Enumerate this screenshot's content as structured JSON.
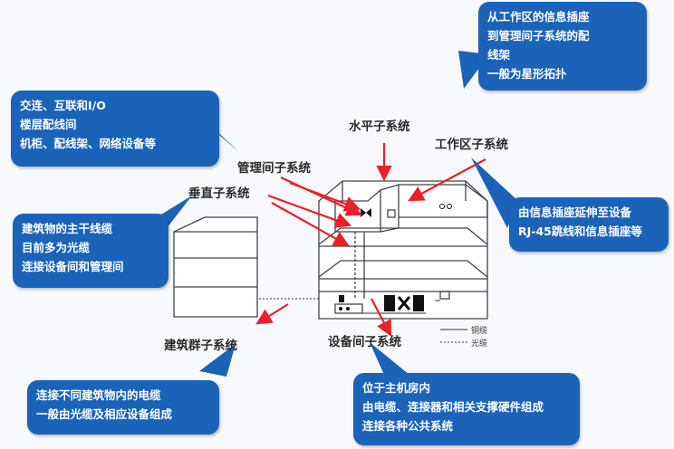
{
  "callouts": {
    "horizontal": [
      "从工作区的信息插座",
      "到管理间子系统的配",
      "线架",
      "一般为星形拓扑"
    ],
    "admin": [
      "交连、互联和I/O",
      "楼层配线间",
      "机柜、配线架、网络设备等"
    ],
    "work_area": [
      "由信息插座延伸至设备",
      "RJ-45跳线和信息插座等"
    ],
    "backbone": [
      "建筑物的主干线缆",
      "目前多为光缆",
      "连接设备间和管理间"
    ],
    "campus": [
      "连接不同建筑物内的电缆",
      "一般由光缆及相应设备组成"
    ],
    "equipment": [
      "位于主机房内",
      "由电缆、连接器和相关支撑硬件组成",
      "连接各种公共系统"
    ]
  },
  "labels": {
    "horizontal": "水平子系统",
    "work_area": "工作区子系统",
    "admin": "管理间子系统",
    "backbone": "垂直子系统",
    "campus": "建筑群子系统",
    "equipment": "设备间子系统"
  },
  "legend": {
    "copper": "铜缆",
    "fiber": "光缆"
  },
  "colors": {
    "callout": "#1a63b8",
    "arrow": "#e8202a",
    "line": "#333333"
  }
}
